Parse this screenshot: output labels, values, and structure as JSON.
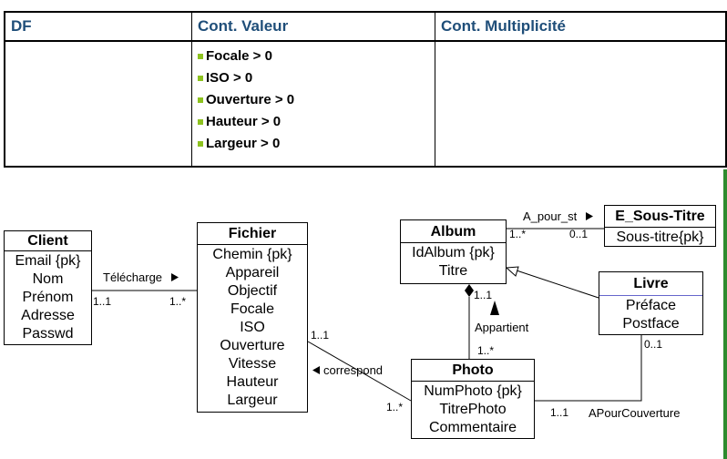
{
  "table": {
    "headers": [
      "DF",
      "Cont. Valeur",
      "Cont. Multiplicité"
    ],
    "valeur_constraints": [
      "Focale > 0",
      "ISO > 0",
      "Ouverture > 0",
      "Hauteur > 0",
      "Largeur > 0"
    ],
    "header_color": "#1f4e79",
    "bullet_color": "#8dc21f"
  },
  "classes": {
    "client": {
      "name": "Client",
      "attributes": [
        "Email {pk}",
        "Nom",
        "Prénom",
        "Adresse",
        "Passwd"
      ]
    },
    "fichier": {
      "name": "Fichier",
      "attributes": [
        "Chemin {pk}",
        "Appareil",
        "Objectif",
        "Focale",
        "ISO",
        "Ouverture",
        "Vitesse",
        "Hauteur",
        "Largeur"
      ]
    },
    "album": {
      "name": "Album",
      "attributes": [
        "IdAlbum {pk}",
        "Titre"
      ]
    },
    "sous_titre": {
      "name": "E_Sous-Titre",
      "attributes": [
        "Sous-titre{pk}"
      ]
    },
    "livre": {
      "name": "Livre",
      "attributes": [
        "Préface",
        "Postface"
      ]
    },
    "photo": {
      "name": "Photo",
      "attributes": [
        "NumPhoto {pk}",
        "TitrePhoto",
        "Commentaire"
      ]
    }
  },
  "associations": {
    "telecharge": {
      "label": "Télécharge",
      "mult_left": "1..1",
      "mult_right": "1..*"
    },
    "correspond": {
      "label": "correspond",
      "mult_fichier": "1..1",
      "mult_photo": "1..*"
    },
    "a_pour_st": {
      "label": "A_pour_st",
      "mult_album": "1..*",
      "mult_sous_titre": "0..1"
    },
    "appartient": {
      "label": "Appartient",
      "mult_album": "1..1",
      "mult_photo": "1..*"
    },
    "apourcouverture": {
      "label": "APourCouverture",
      "mult_livre": "0..1",
      "mult_photo": "1..1"
    }
  }
}
